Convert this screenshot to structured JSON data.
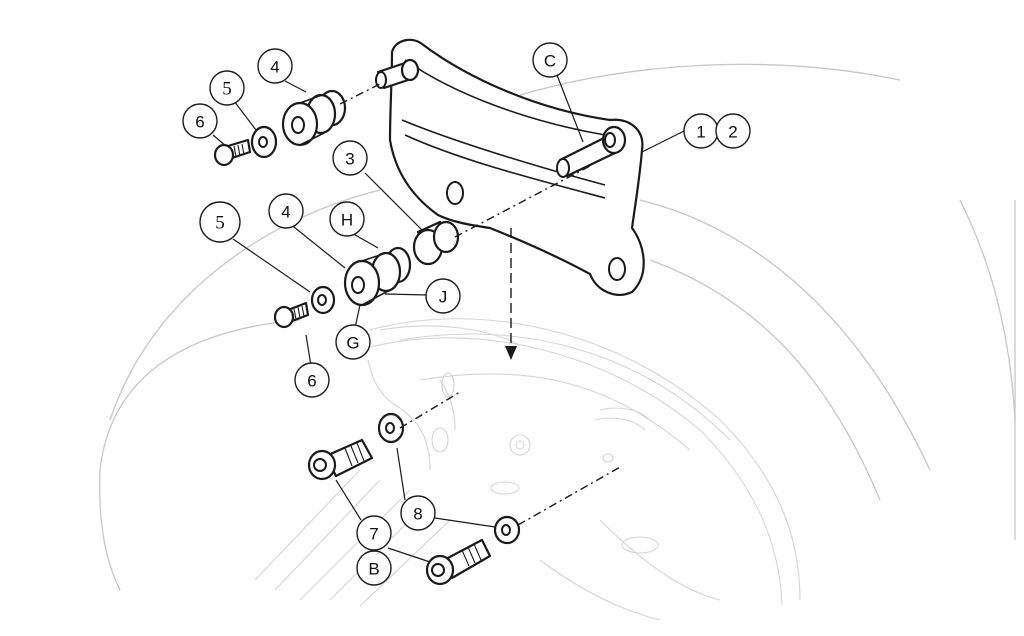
{
  "callouts": {
    "c1": "1",
    "c2": "2",
    "cC": "C",
    "c3": "3",
    "c4a": "4",
    "c5a": "5",
    "c6a": "6",
    "c4b": "4",
    "c5b": "5",
    "cH": "H",
    "cJ": "J",
    "cG": "G",
    "c6b": "6",
    "c8": "8",
    "c7": "7",
    "cB": "B"
  }
}
